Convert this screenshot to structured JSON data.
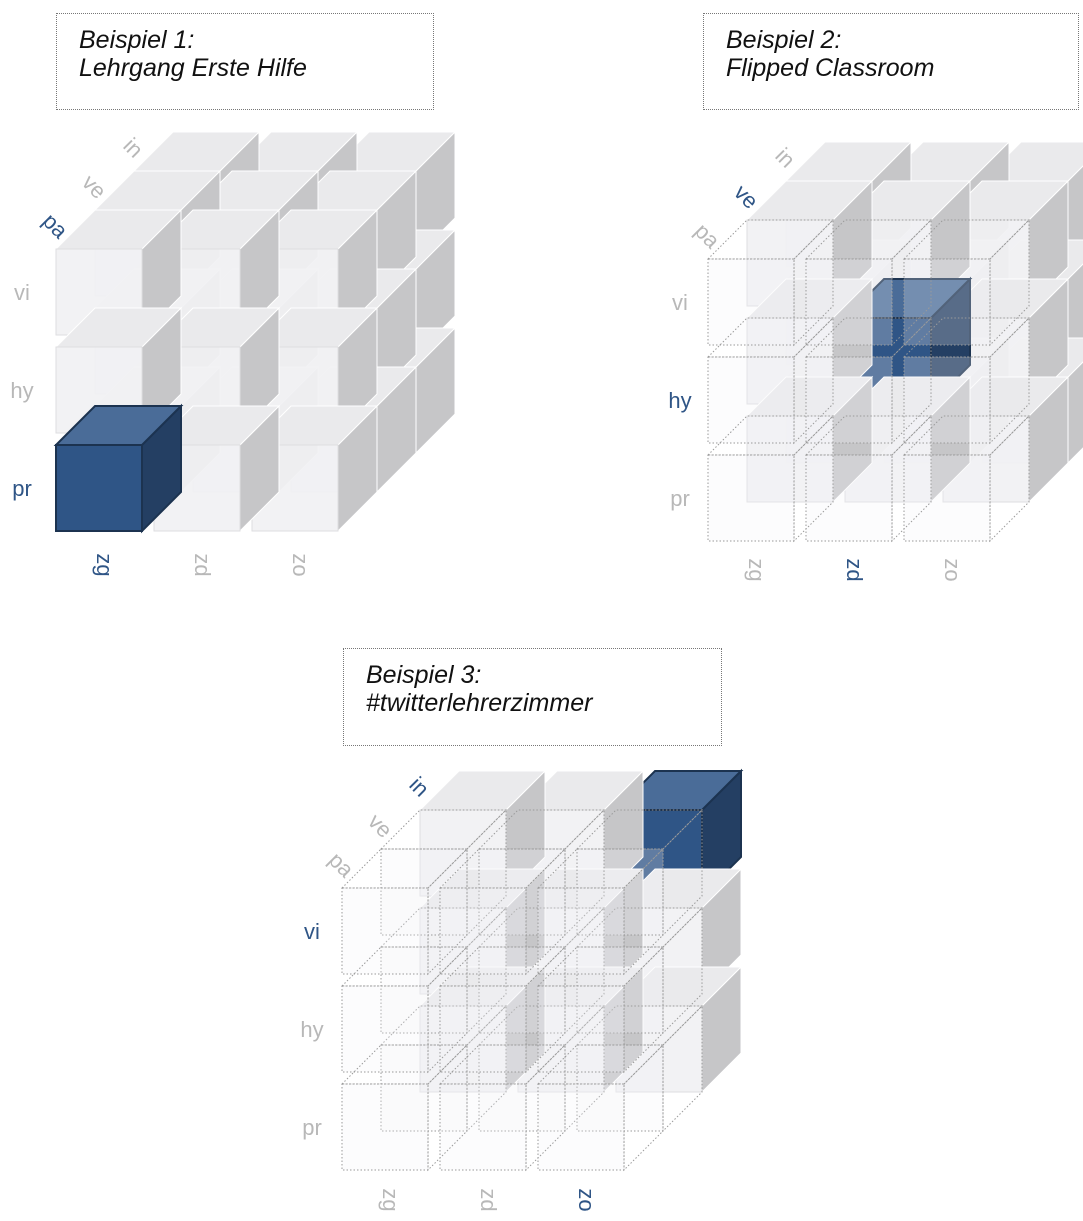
{
  "colors": {
    "active": "#2f5586",
    "active_stroke": "#1c3350",
    "inactive_text": "#b8b8b8",
    "cube_front": "#f1f1f3",
    "cube_top": "#eaeaec",
    "cube_side": "#c6c6c8",
    "cube_edge": "#dedee0",
    "dotted": "#9a9a9a"
  },
  "examples": [
    {
      "caption_line1": "Beispiel 1:",
      "caption_line2": "Lehrgang Erste Hilfe",
      "highlight": {
        "column": "zg",
        "row": "pr",
        "depth": "pa"
      },
      "dotted_layers": 0
    },
    {
      "caption_line1": "Beispiel 2:",
      "caption_line2": "Flipped Classroom",
      "highlight": {
        "column": "zd",
        "row": "hy",
        "depth": "ve"
      },
      "dotted_layers": 1
    },
    {
      "caption_line1": "Beispiel 3:",
      "caption_line2": "#twitterlehrerzimmer",
      "highlight": {
        "column": "zo",
        "row": "vi",
        "depth": "in"
      },
      "dotted_layers": 2
    }
  ],
  "axis_labels": {
    "rows": [
      "vi",
      "hy",
      "pr"
    ],
    "columns": [
      "zg",
      "zd",
      "zo"
    ],
    "depth": [
      "pa",
      "ve",
      "in"
    ]
  }
}
